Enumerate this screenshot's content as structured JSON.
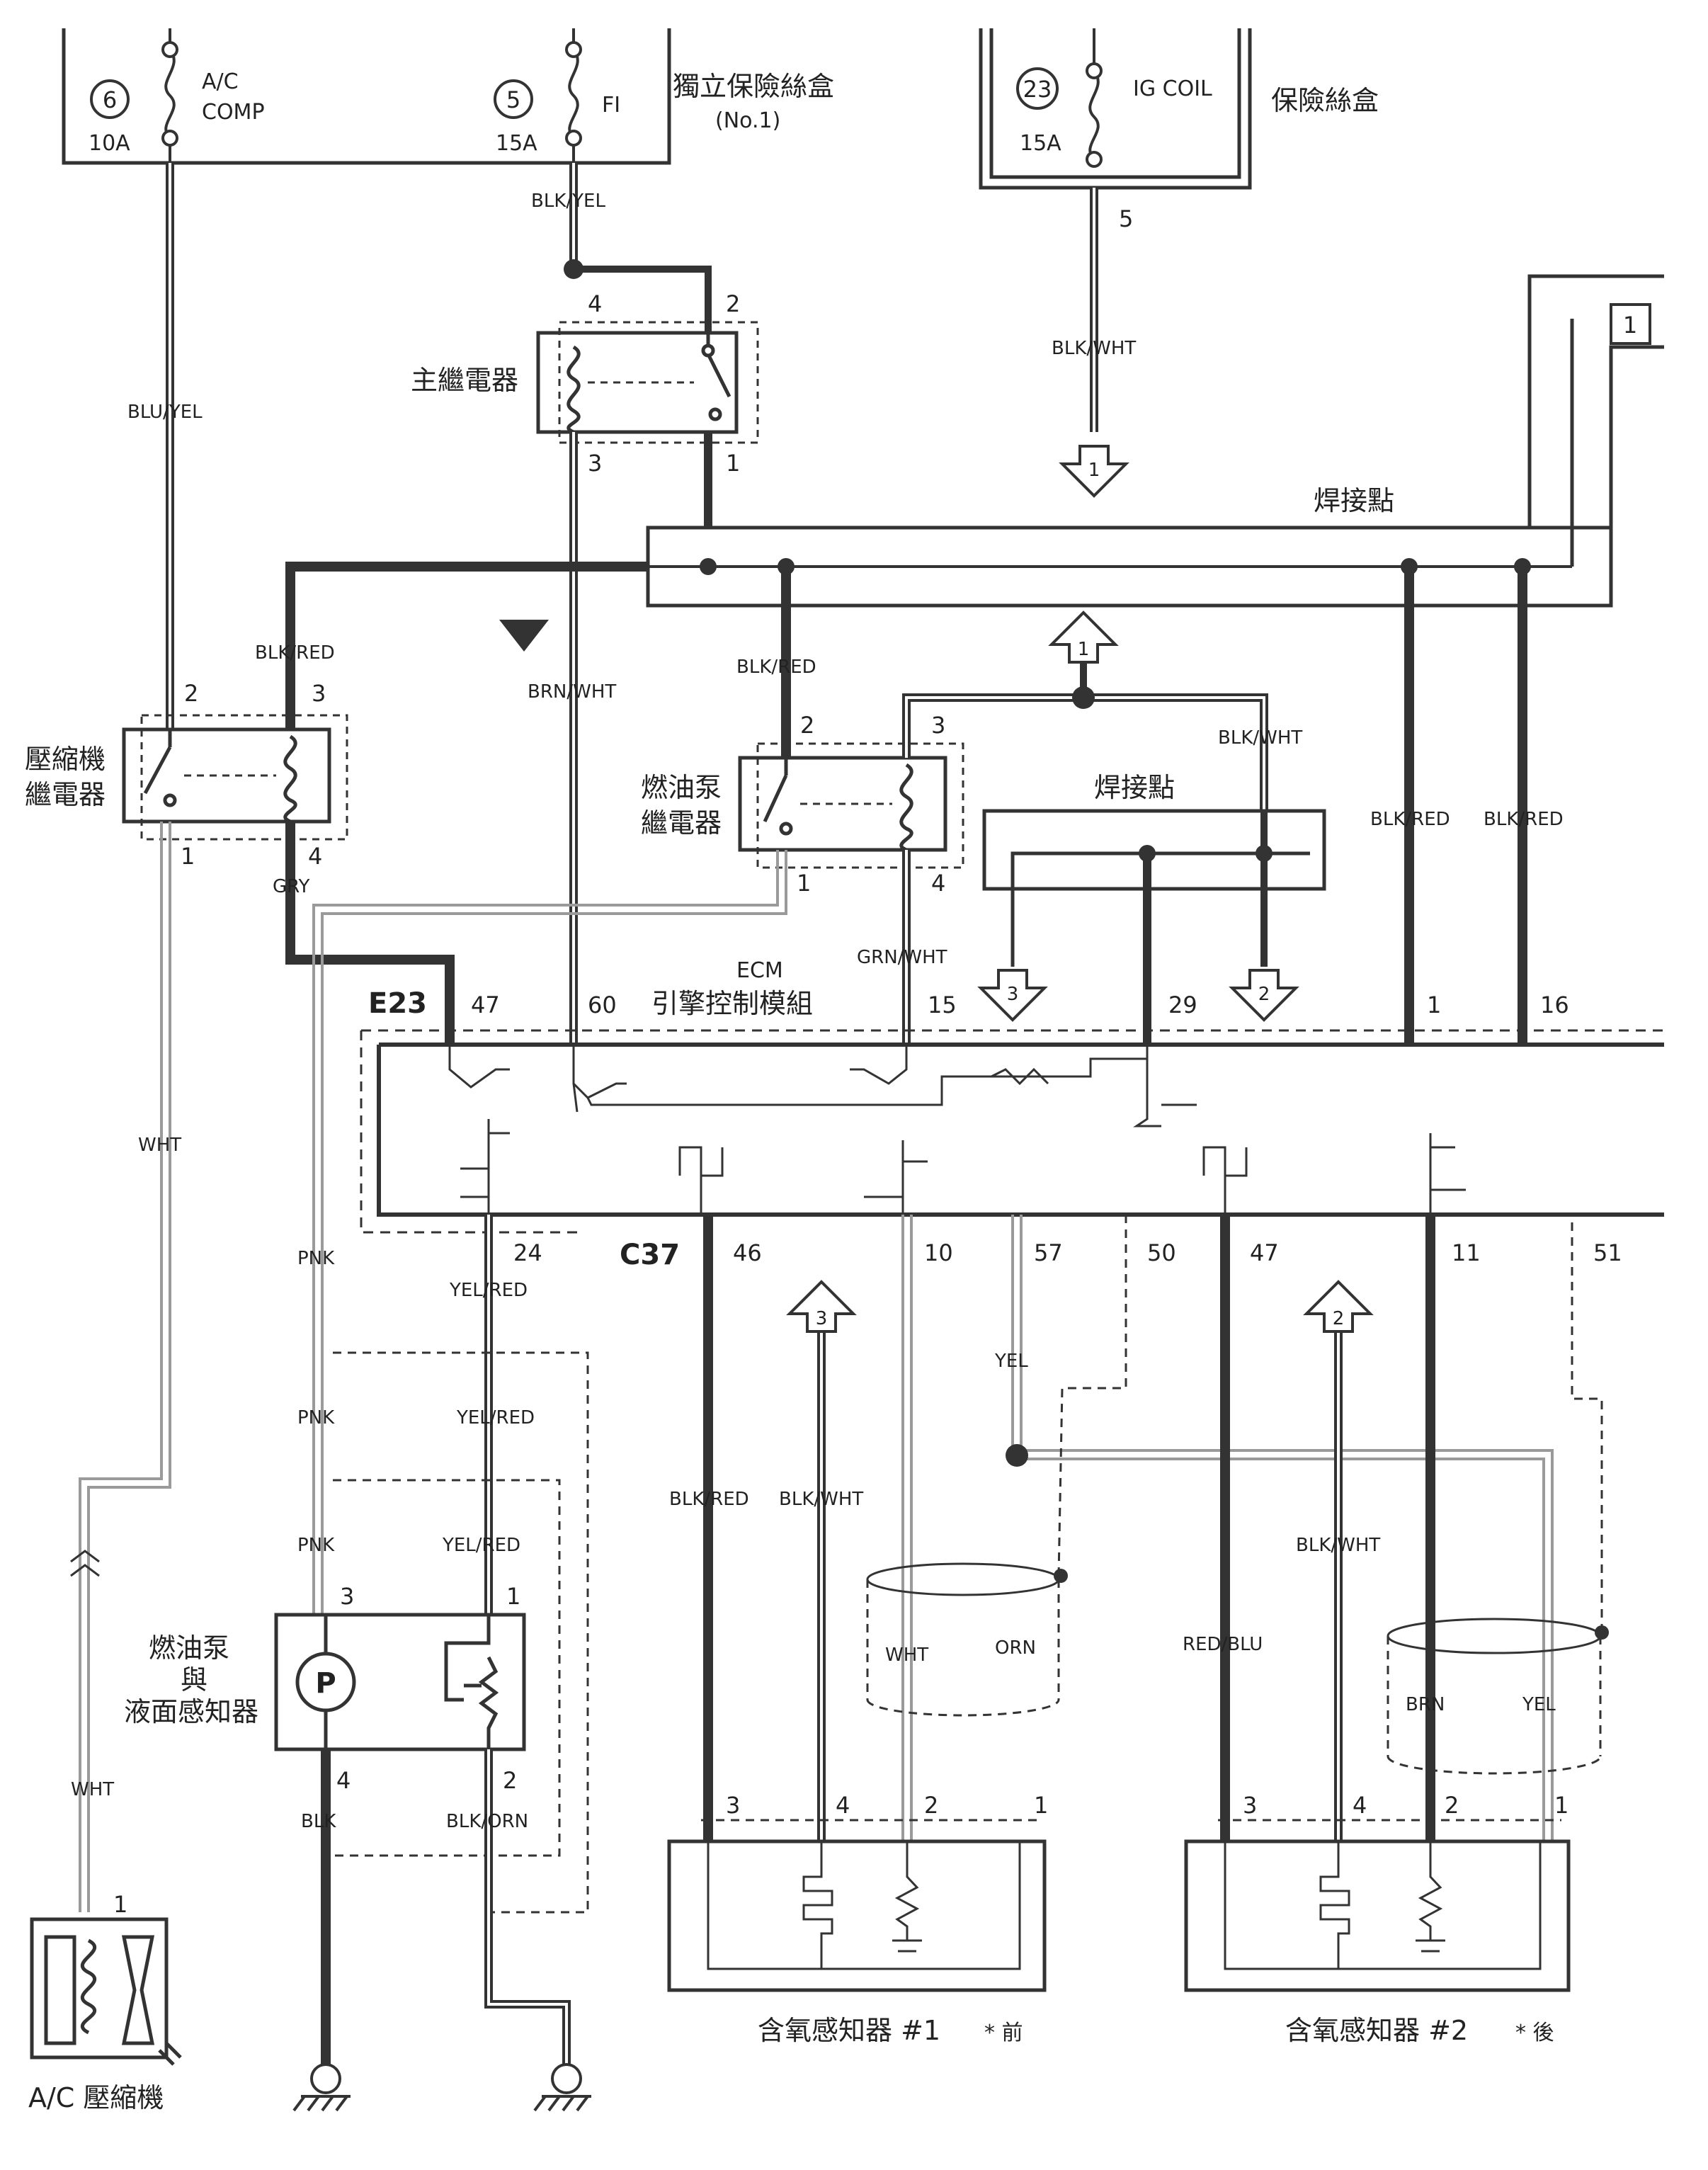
{
  "fuse_box_1": {
    "title": "獨立保險絲盒",
    "subtitle": "(No.1)",
    "fuse6": {
      "num": "6",
      "name_1": "A/C",
      "name_2": "COMP",
      "amp": "10A"
    },
    "fuse5": {
      "num": "5",
      "name": "FI",
      "amp": "15A"
    }
  },
  "fuse_box_2": {
    "title": "保險絲盒",
    "fuse23": {
      "num": "23",
      "name": "IG COIL",
      "amp": "15A"
    },
    "pin": "5"
  },
  "main_relay": {
    "label": "主繼電器",
    "pin4": "4",
    "pin2": "2",
    "pin3": "3",
    "pin1": "1"
  },
  "comp_relay": {
    "label_1": "壓縮機",
    "label_2": "繼電器",
    "pin2": "2",
    "pin3": "3",
    "pin1": "1",
    "pin4": "4"
  },
  "fuel_relay": {
    "label_1": "燃油泵",
    "label_2": "繼電器",
    "pin2": "2",
    "pin3": "3",
    "pin1": "1",
    "pin4": "4"
  },
  "splice": {
    "top": "焊接點",
    "mid": "焊接點"
  },
  "ecm": {
    "name": "ECM",
    "desc": "引擎控制模組",
    "conn_e23": "E23",
    "conn_c37": "C37",
    "top_pins": [
      "47",
      "60",
      "15",
      "29",
      "1",
      "16"
    ],
    "bottom_pins": [
      "24",
      "46",
      "10",
      "57",
      "50",
      "47",
      "11",
      "51"
    ]
  },
  "pump": {
    "label_1": "燃油泵",
    "label_2": "與",
    "label_3": "液面感知器",
    "symbol": "P",
    "pin3": "3",
    "pin1": "1",
    "pin4": "4",
    "pin2": "2"
  },
  "ac_comp": {
    "label": "A/C 壓縮機",
    "pin": "1"
  },
  "o2_1": {
    "label": "含氧感知器 #1",
    "note": "* 前",
    "pins": [
      "3",
      "4",
      "2",
      "1"
    ],
    "shield_l": "WHT",
    "shield_r": "ORN"
  },
  "o2_2": {
    "label": "含氧感知器 #2",
    "note": "* 後",
    "pins": [
      "3",
      "4",
      "2",
      "1"
    ],
    "shield_l": "BRN",
    "shield_r": "YEL"
  },
  "arrows": {
    "a1": "1",
    "a2": "2",
    "a3": "3",
    "conn_box": "1"
  },
  "wire_labels": {
    "blu_yel": "BLU/YEL",
    "blk_yel": "BLK/YEL",
    "blk_wht": "BLK/WHT",
    "blk_red": "BLK/RED",
    "brn_wht": "BRN/WHT",
    "gry": "GRY",
    "grn_wht": "GRN/WHT",
    "wht": "WHT",
    "pnk": "PNK",
    "yel_red": "YEL/RED",
    "yel": "YEL",
    "red_blu": "RED/BLU",
    "blk": "BLK",
    "blk_orn": "BLK/ORN"
  },
  "colors": {
    "ink": "#333333",
    "paper": "#ffffff",
    "wire_light": "#9a9a9a"
  }
}
